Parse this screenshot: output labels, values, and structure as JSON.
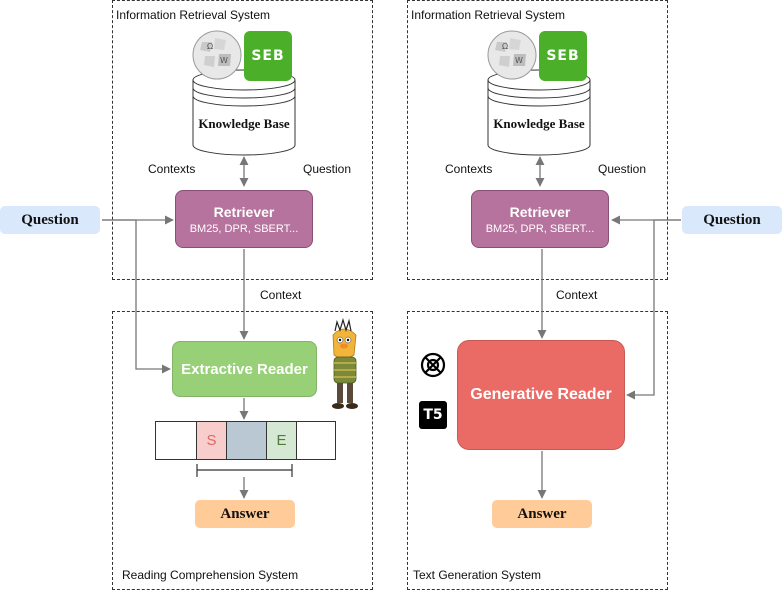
{
  "left_system": {
    "ir_label": "Information Retrieval System",
    "rc_label": "Reading Comprehension System",
    "knowledge_base": "Knowledge Base",
    "contexts_label": "Contexts",
    "question_label": "Question",
    "context_label": "Context",
    "retriever_title": "Retriever",
    "retriever_sub": "BM25, DPR, SBERT...",
    "question_box": "Question",
    "reader": "Extractive Reader",
    "token_start": "S",
    "token_end": "E",
    "answer": "Answer",
    "seb_logo_text": "SEB"
  },
  "right_system": {
    "ir_label": "Information Retrieval System",
    "tg_label": "Text Generation System",
    "knowledge_base": "Knowledge Base",
    "contexts_label": "Contexts",
    "question_label": "Question",
    "context_label": "Context",
    "retriever_title": "Retriever",
    "retriever_sub": "BM25, DPR, SBERT...",
    "question_box": "Question",
    "reader": "Generative Reader",
    "answer": "Answer",
    "t5_logo_text": "T5",
    "seb_logo_text": "SEB"
  },
  "colors": {
    "question": "#dae8fc",
    "retriever": "#b5739d",
    "extractive_reader": "#97d077",
    "generative_reader": "#ea6b66",
    "answer": "#ffcc99",
    "token_start": "#f8cecc",
    "token_mid": "#bac8d3",
    "token_end": "#d5e8d4",
    "seb_logo": "#4caf2a"
  },
  "icons": [
    "wikipedia-globe-icon",
    "seb-logo",
    "bert-character-icon",
    "openai-icon",
    "t5-logo"
  ]
}
